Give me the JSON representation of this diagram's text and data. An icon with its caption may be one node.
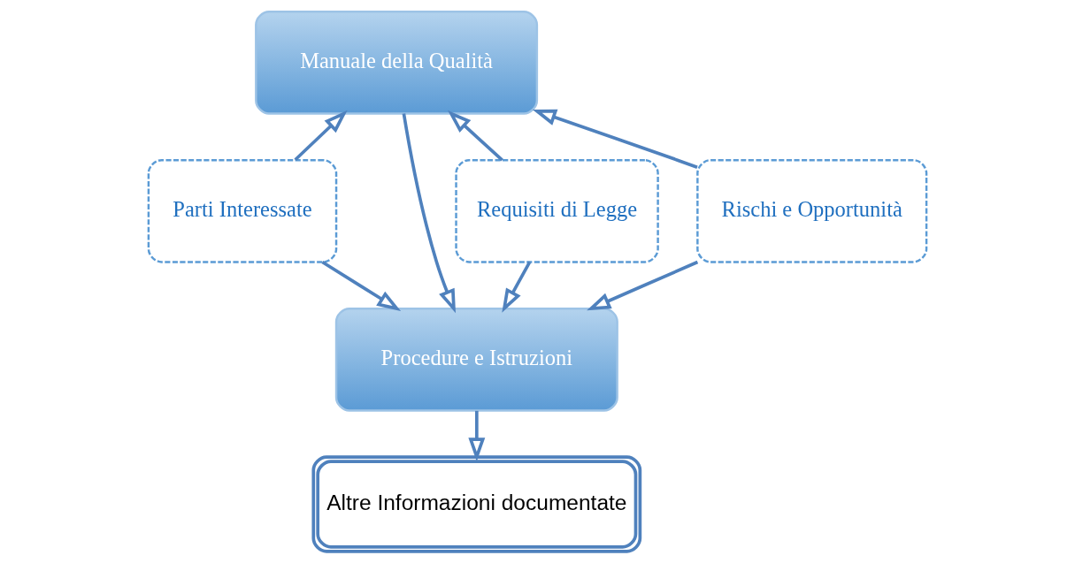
{
  "diagram": {
    "nodes": [
      {
        "text": [
          "Manuale della Qualità"
        ]
      },
      {
        "text": [
          "Procedure e Istruzioni"
        ]
      },
      {
        "text": [
          "Altre Informazioni documentate"
        ]
      },
      {
        "text": [
          "Parti Interessate"
        ]
      },
      {
        "text": [
          "Requisiti di Legge"
        ]
      },
      {
        "text": [
          "Rischi e Opportunità"
        ]
      }
    ],
    "edges": [
      {
        "from": 0,
        "to": 1,
        "arrow": "to"
      },
      {
        "from": 1,
        "to": 2,
        "arrow": "to"
      },
      {
        "from": 3,
        "to": 0,
        "arrow": "to"
      },
      {
        "from": 3,
        "to": 1,
        "arrow": "to"
      },
      {
        "from": 4,
        "to": 0,
        "arrow": "to"
      },
      {
        "from": 4,
        "to": 1,
        "arrow": "to"
      },
      {
        "from": 5,
        "to": 0,
        "arrow": "to"
      },
      {
        "from": 5,
        "to": 1,
        "arrow": "to"
      }
    ]
  }
}
